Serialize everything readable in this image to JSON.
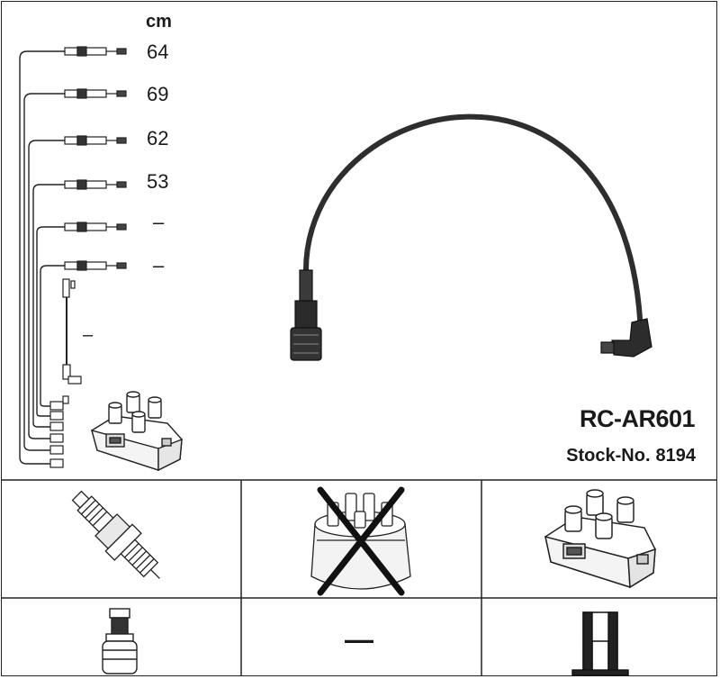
{
  "product": {
    "part_number": "RC-AR601",
    "stock_label": "Stock-No.",
    "stock_number": "8194"
  },
  "leads": {
    "unit": "cm",
    "lengths": [
      "64",
      "69",
      "62",
      "53",
      "–",
      "–"
    ],
    "coil_lead_length": "–"
  },
  "applications": [
    {
      "icon": "spark-plug-icon",
      "state": "applies"
    },
    {
      "icon": "distributor-cap-icon",
      "state": "crossed-out"
    },
    {
      "icon": "ignition-coil-icon",
      "state": "applies"
    },
    {
      "icon": "plug-boot-connector-icon",
      "state": "applies"
    },
    {
      "icon": "dash",
      "text": "—"
    },
    {
      "icon": "coil-terminal-icon",
      "state": "applies"
    }
  ],
  "colors": {
    "line": "#222222",
    "cable": "#2e2e2e"
  }
}
